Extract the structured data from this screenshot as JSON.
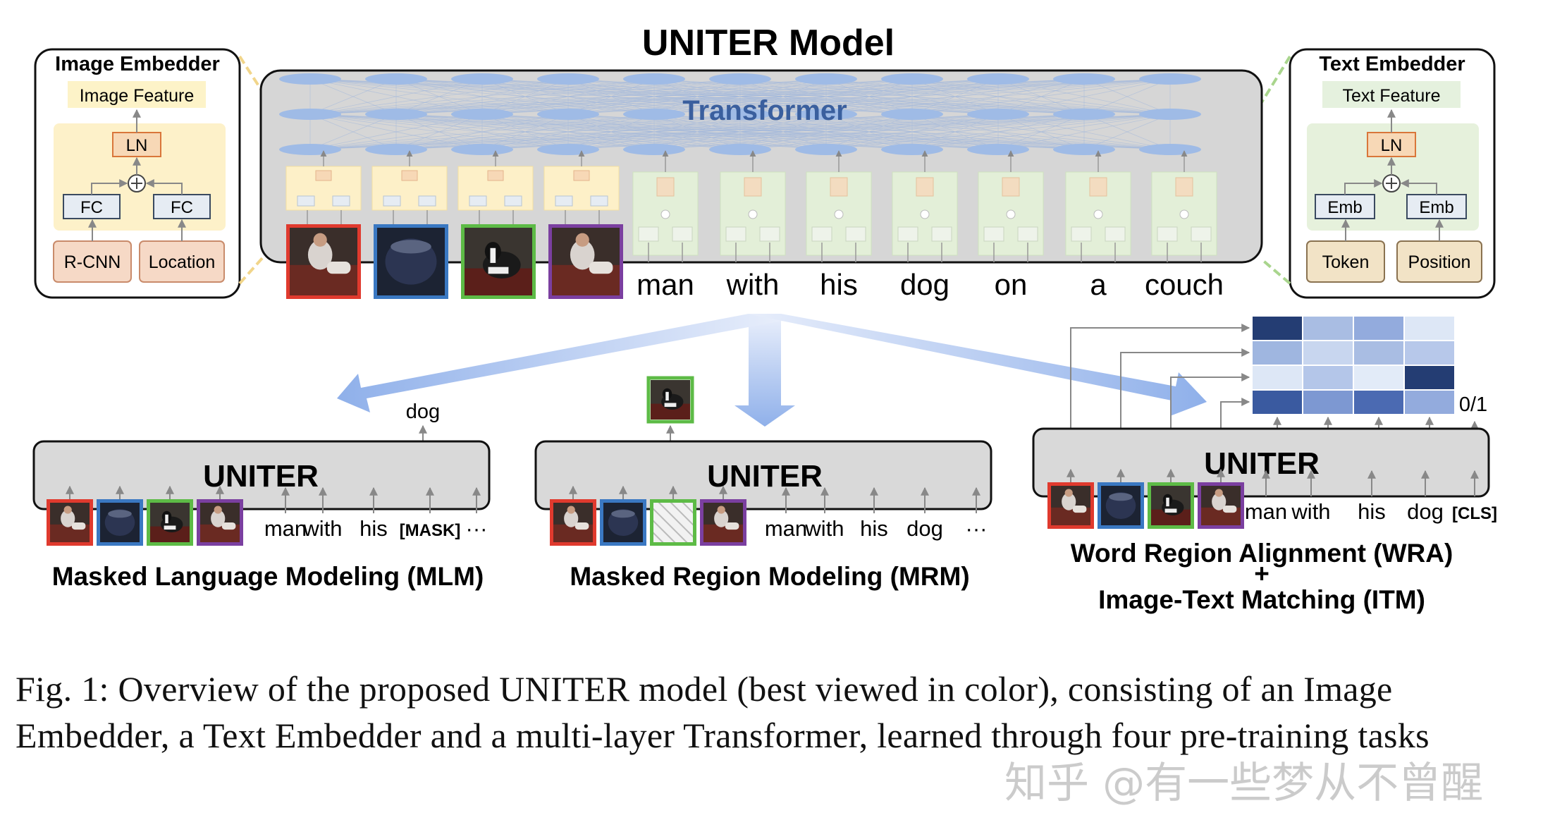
{
  "title": "UNITER Model",
  "transformer_label": "Transformer",
  "image_embedder": {
    "title": "Image Embedder",
    "feature": "Image Feature",
    "ln": "LN",
    "fc1": "FC",
    "fc2": "FC",
    "rcnn": "R-CNN",
    "location": "Location"
  },
  "text_embedder": {
    "title": "Text Embedder",
    "feature": "Text Feature",
    "ln": "LN",
    "emb1": "Emb",
    "emb2": "Emb",
    "token": "Token",
    "position": "Position"
  },
  "top_words": [
    "man",
    "with",
    "his",
    "dog",
    "on",
    "a",
    "couch"
  ],
  "region_colors": [
    "#e03a2e",
    "#3a78c2",
    "#5dbb46",
    "#7b3fa0"
  ],
  "accent": "#4a7fc6",
  "tasks": {
    "mlm": {
      "model_label": "UNITER",
      "output": "dog",
      "tokens": [
        "man",
        "with",
        "his",
        "[MASK]",
        "···"
      ],
      "name": "Masked Language Modeling (MLM)"
    },
    "mrm": {
      "model_label": "UNITER",
      "tokens": [
        "man",
        "with",
        "his",
        "dog",
        "···"
      ],
      "name": "Masked Region Modeling (MRM)"
    },
    "wra": {
      "model_label": "UNITER",
      "tokens": [
        "man",
        "with",
        "his",
        "dog",
        "[CLS]"
      ],
      "output": "0/1",
      "name_line1": "Word Region Alignment (WRA)",
      "plus": "+",
      "name_line2": "Image-Text Matching (ITM)"
    }
  },
  "caption": "Fig. 1: Overview of the proposed UNITER model (best viewed in color), consisting of an Image Embedder, a Text Embedder and a multi-layer Transformer, learned through four pre-training tasks",
  "watermark": "知乎 @有一些梦从不曾醒"
}
